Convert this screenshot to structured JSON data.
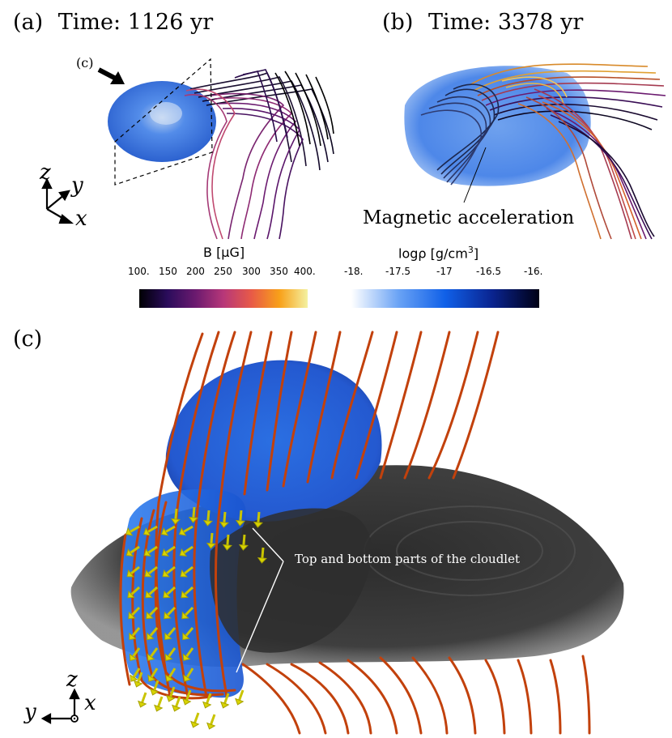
{
  "panel_a": {
    "label": "(a)",
    "title": "Time: 1126 yr",
    "view_marker": "(c)",
    "axes": {
      "z": "z",
      "y": "y",
      "x": "x"
    }
  },
  "panel_b": {
    "label": "(b)",
    "title": "Time: 3378 yr",
    "annotation": "Magnetic acceleration"
  },
  "colorbar_B": {
    "title": "B [μG]",
    "ticks": [
      "100.",
      "150",
      "200",
      "250",
      "300",
      "350",
      "400."
    ],
    "colors": [
      "#000004",
      "#2a0c5b",
      "#6b1a6f",
      "#b73779",
      "#e85a47",
      "#f8a119",
      "#f4f1a1"
    ]
  },
  "colorbar_rho": {
    "title": "logρ [g/cm³]",
    "ticks": [
      "-18.",
      "-17.5",
      "-17",
      "-16.5",
      "-16."
    ],
    "colors": [
      "#ffffff",
      "#6aa3f5",
      "#1060e8",
      "#0a2490",
      "#000015"
    ]
  },
  "panel_c": {
    "label": "(c)",
    "annotation": "Top and bottom parts of the cloudlet",
    "axes": {
      "z": "z",
      "y": "y",
      "x": "x"
    }
  },
  "colors": {
    "cloud_blue": "#2f6fe0",
    "disk_gray": "#3d3d3d",
    "field_line_orange": "#c2410c",
    "arrow_yellow": "#d9d400"
  }
}
